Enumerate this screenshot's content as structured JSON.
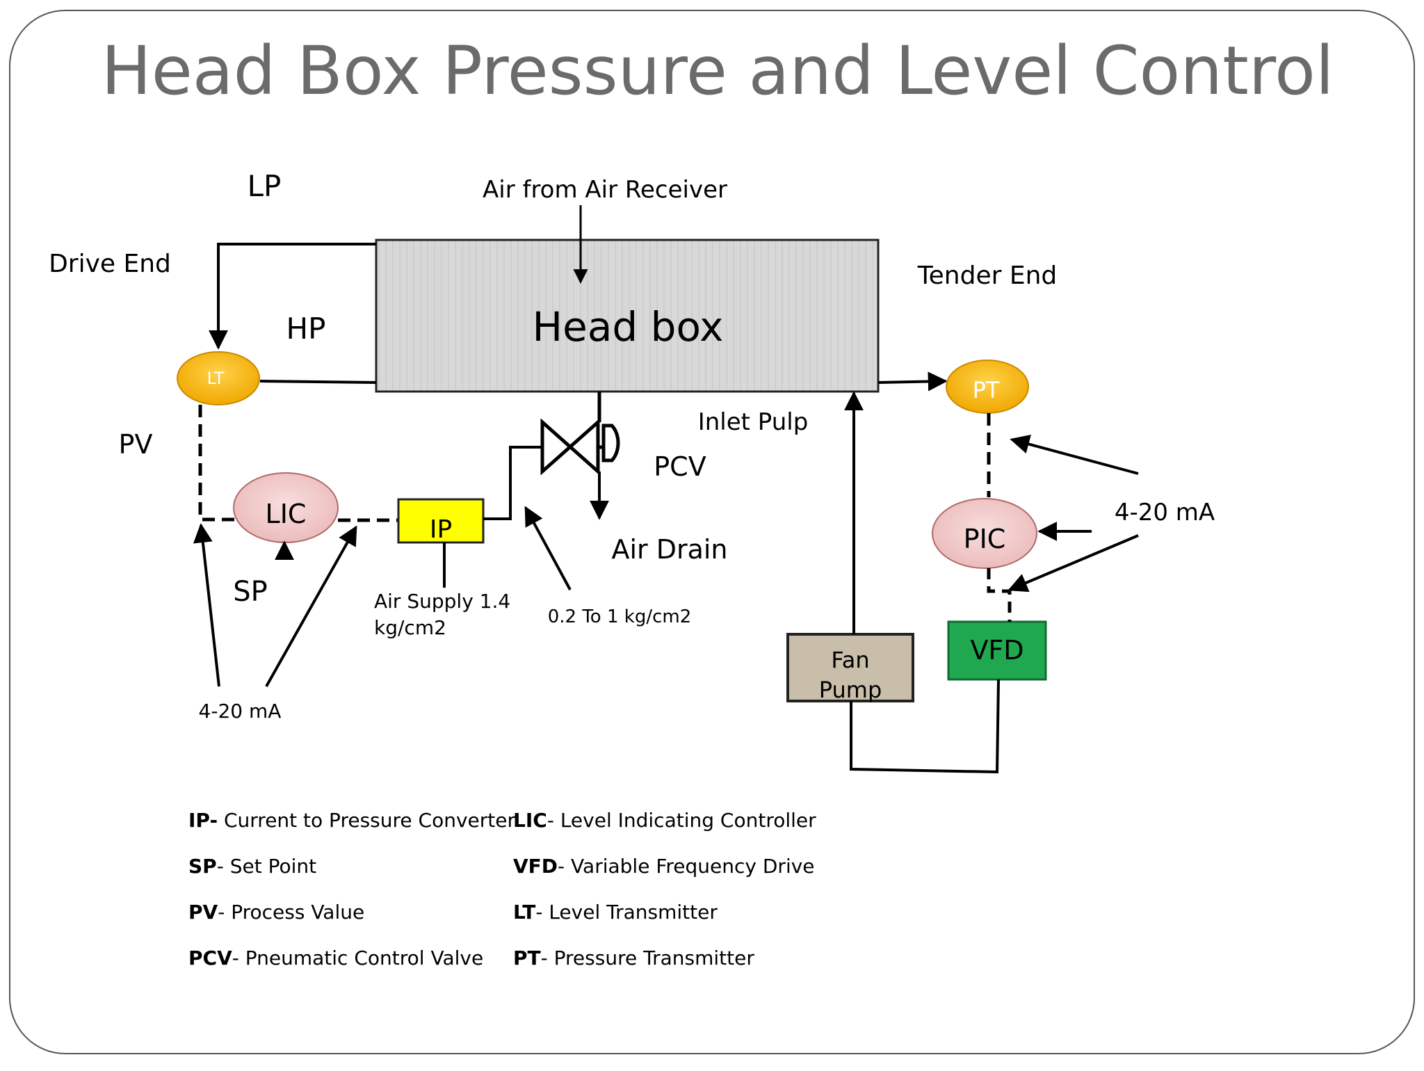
{
  "title": "Head Box Pressure and Level Control",
  "labels": {
    "lp": "LP",
    "hp": "HP",
    "drive_end": "Drive End",
    "tender_end": "Tender End",
    "air_from_receiver": "Air from Air Receiver",
    "head_box": "Head box",
    "inlet_pulp": "Inlet Pulp",
    "pcv": "PCV",
    "air_drain": "Air Drain",
    "pv": "PV",
    "sp": "SP",
    "air_supply_line1": "Air Supply 1.4",
    "air_supply_line2": "kg/cm2",
    "pressure_range": "0.2 To 1 kg/cm2",
    "signal_left": "4-20 mA",
    "signal_right": "4-20 mA"
  },
  "nodes": {
    "lt": "LT",
    "pt": "PT",
    "lic": "LIC",
    "pic": "PIC",
    "ip": "IP",
    "vfd": "VFD",
    "fan_pump_line1": "Fan",
    "fan_pump_line2": "Pump"
  },
  "legend": [
    {
      "abbr": "IP-",
      "desc": " Current to Pressure Converter"
    },
    {
      "abbr": "LIC",
      "desc": "- Level Indicating Controller"
    },
    {
      "abbr": "SP",
      "desc": "- Set Point"
    },
    {
      "abbr": "VFD",
      "desc": "- Variable Frequency Drive"
    },
    {
      "abbr": "PV",
      "desc": "- Process Value"
    },
    {
      "abbr": "LT",
      "desc": "- Level Transmitter"
    },
    {
      "abbr": "PCV",
      "desc": "- Pneumatic Control Valve"
    },
    {
      "abbr": "PT",
      "desc": "- Pressure Transmitter"
    }
  ],
  "colors": {
    "transmitter": "#f5b800",
    "controller": "#f2cccc",
    "ip_box": "#ffff00",
    "vfd_box": "#1fa84f",
    "fan_pump_box": "#c9bea9",
    "head_box": "#d6d6d6",
    "title_text": "#6b6b6b"
  }
}
